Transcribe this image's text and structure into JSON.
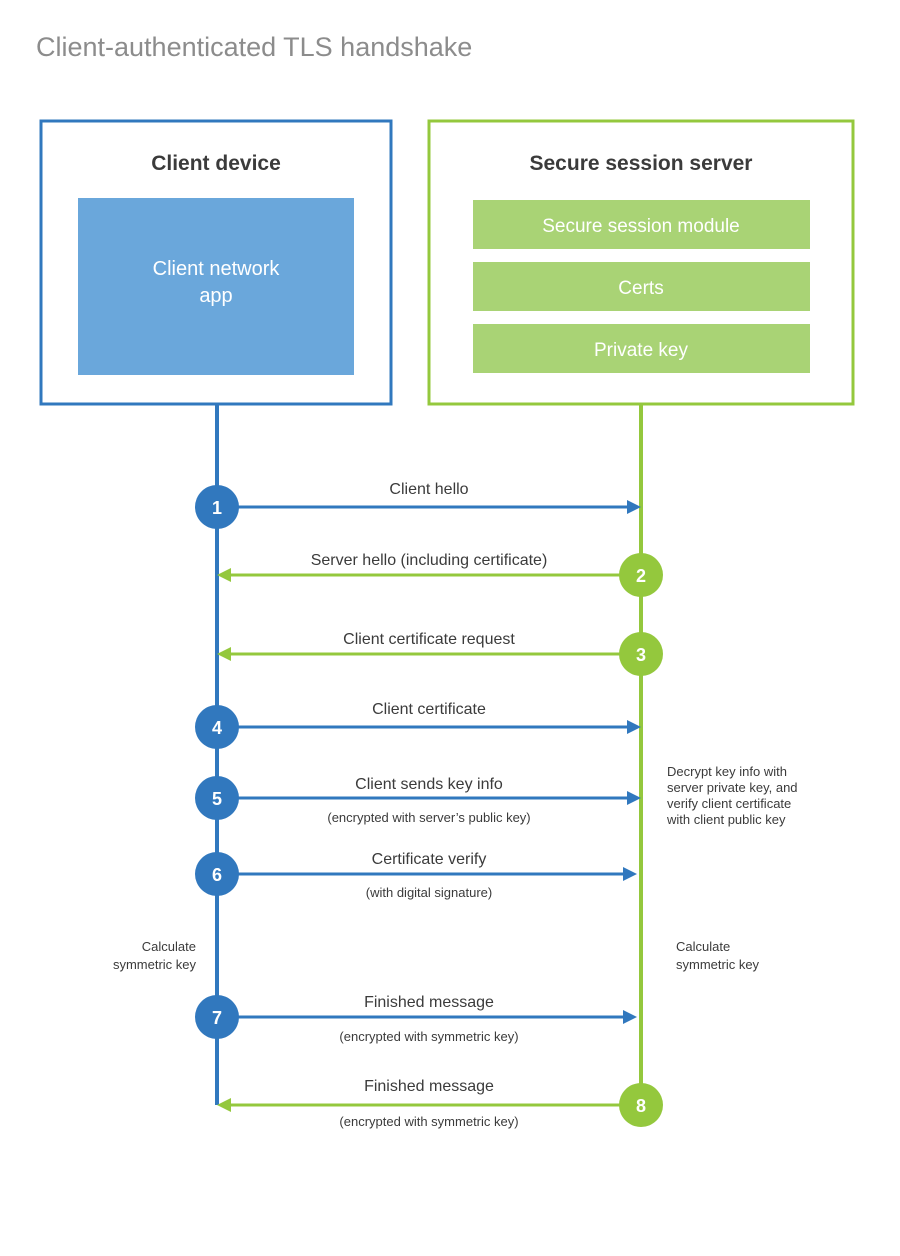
{
  "title": "Client-authenticated TLS handshake",
  "colors": {
    "client_accent": "#3178be",
    "client_fill": "#6aa7db",
    "server_accent": "#94c83d",
    "server_fill": "#a9d375",
    "title_gray": "#8c8c8c",
    "text_dark": "#3b3b3b",
    "background": "#ffffff"
  },
  "actors": {
    "client": {
      "title": "Client device",
      "components": [
        {
          "label": "Client network app"
        }
      ]
    },
    "server": {
      "title": "Secure session server",
      "components": [
        {
          "label": "Secure session module"
        },
        {
          "label": "Certs"
        },
        {
          "label": "Private key"
        }
      ]
    }
  },
  "messages": [
    {
      "number": "1",
      "label": "Client hello",
      "sublabel": "",
      "direction": "client-to-server",
      "side": "client"
    },
    {
      "number": "2",
      "label": "Server hello (including certificate)",
      "sublabel": "",
      "direction": "server-to-client",
      "side": "server"
    },
    {
      "number": "3",
      "label": "Client certificate request",
      "sublabel": "",
      "direction": "server-to-client",
      "side": "server"
    },
    {
      "number": "4",
      "label": "Client certificate",
      "sublabel": "",
      "direction": "client-to-server",
      "side": "client"
    },
    {
      "number": "5",
      "label": "Client sends key info",
      "sublabel": "(encrypted with server’s public key)",
      "direction": "client-to-server",
      "side": "client"
    },
    {
      "number": "6",
      "label": "Certificate verify",
      "sublabel": "(with digital signature)",
      "direction": "client-to-server",
      "side": "client"
    },
    {
      "number": "7",
      "label": "Finished message",
      "sublabel": "(encrypted with symmetric key)",
      "direction": "client-to-server",
      "side": "client"
    },
    {
      "number": "8",
      "label": "Finished message",
      "sublabel": "(encrypted with symmetric key)",
      "direction": "server-to-client",
      "side": "server"
    }
  ],
  "notes": {
    "server_decrypt": [
      "Decrypt key info with",
      "server private key, and",
      "verify client certificate",
      "with client public key"
    ],
    "client_calculate": [
      "Calculate",
      "symmetric key"
    ],
    "server_calculate": [
      "Calculate",
      "symmetric key"
    ]
  }
}
